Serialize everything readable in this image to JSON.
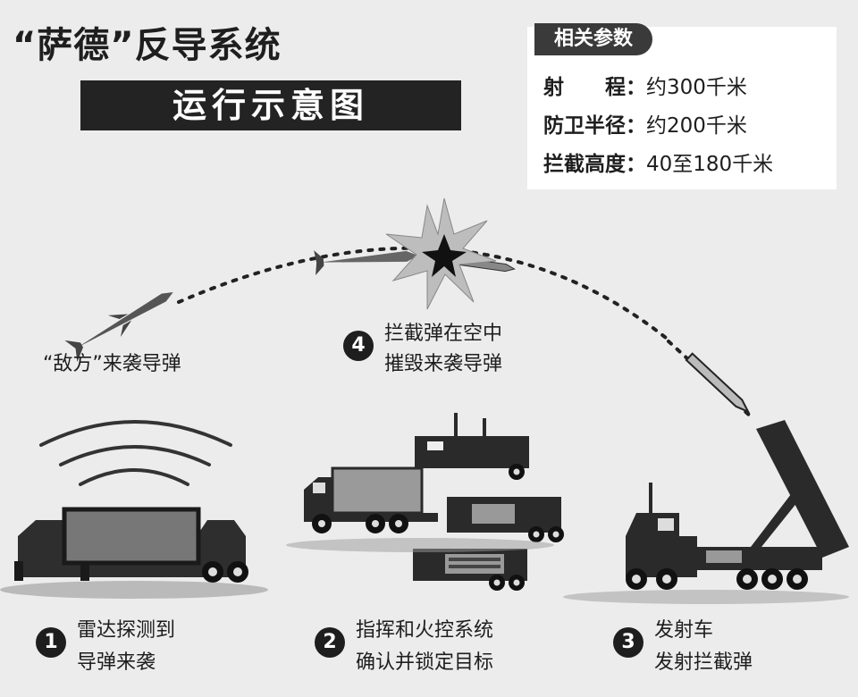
{
  "title": "“萨德”反导系统",
  "subtitle": "运行示意图",
  "params": {
    "heading": "相关参数",
    "rows": [
      {
        "label": "射　　程：",
        "value": "约300千米"
      },
      {
        "label": "防卫半径：",
        "value": "约200千米"
      },
      {
        "label": "拦截高度：",
        "value": "40至180千米"
      }
    ]
  },
  "enemy_missile_label": "“敌方”来袭导弹",
  "steps": [
    {
      "number": "1",
      "line1": "雷达探测到",
      "line2": "导弹来袭"
    },
    {
      "number": "2",
      "line1": "指挥和火控系统",
      "line2": "确认并锁定目标"
    },
    {
      "number": "3",
      "line1": "发射车",
      "line2": "发射拦截弹"
    },
    {
      "number": "4",
      "line1": "拦截弹在空中",
      "line2": "摧毁来袭导弹"
    }
  ]
}
